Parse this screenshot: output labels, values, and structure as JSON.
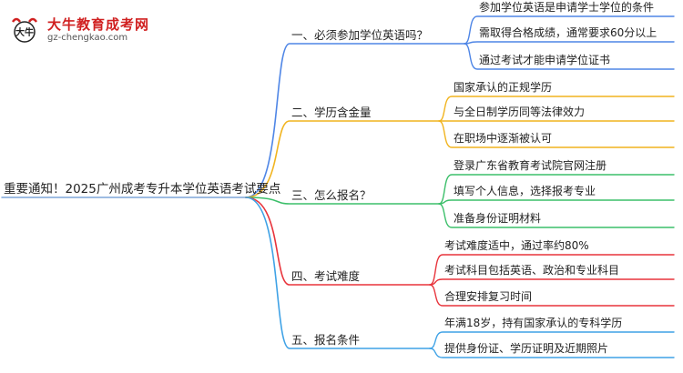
{
  "logo": {
    "title": "大牛教育成考网",
    "url": "gz-chengkao.com",
    "mark_text": "大牛"
  },
  "root": {
    "label": "重要通知！2025广州成考专升本学位英语考试要点"
  },
  "colors": {
    "root_line": "#7fa6d8",
    "branches": [
      "#4f86e6",
      "#f1b41f",
      "#3cbf6a",
      "#e8343c",
      "#3fa2e6"
    ]
  },
  "branches": [
    {
      "label": "一、必须参加学位英语吗？",
      "leaves": [
        "参加学位英语是申请学士学位的条件",
        "需取得合格成绩，通常要求60分以上",
        "通过考试才能申请学位证书"
      ]
    },
    {
      "label": "二、学历含金量",
      "leaves": [
        "国家承认的正规学历",
        "与全日制学历同等法律效力",
        "在职场中逐渐被认可"
      ]
    },
    {
      "label": "三、怎么报名？",
      "leaves": [
        "登录广东省教育考试院官网注册",
        "填写个人信息，选择报考专业",
        "准备身份证明材料"
      ]
    },
    {
      "label": "四、考试难度",
      "leaves": [
        "考试难度适中，通过率约80%",
        "考试科目包括英语、政治和专业科目",
        "合理安排复习时间"
      ]
    },
    {
      "label": "五、报名条件",
      "leaves": [
        "年满18岁，持有国家承认的专科学历",
        "提供身份证、学历证明及近期照片"
      ]
    }
  ]
}
